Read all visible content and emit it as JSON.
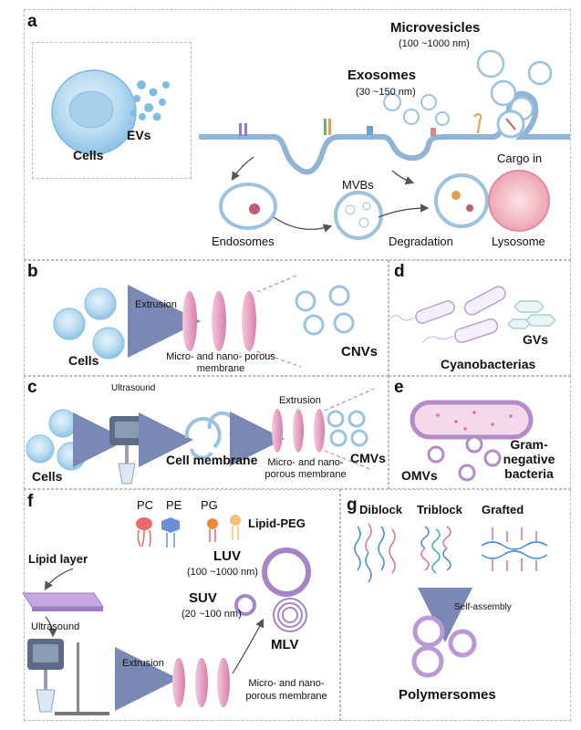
{
  "panels": {
    "a": {
      "label": "a",
      "microvesicles": "Microvesicles",
      "microvesicles_size": "(100 ~1000 nm)",
      "exosomes": "Exosomes",
      "exosomes_size": "(30 ~150 nm)",
      "evs": "EVs",
      "cells": "Cells",
      "cargo_in": "Cargo in",
      "mvbs": "MVBs",
      "endosomes": "Endosomes",
      "degradation": "Degradation",
      "lysosome": "Lysosome"
    },
    "b": {
      "label": "b",
      "extrusion": "Extrusion",
      "cells": "Cells",
      "membrane_line1": "Micro- and nano- porous",
      "membrane_line2": "membrane",
      "cnvs": "CNVs"
    },
    "c": {
      "label": "c",
      "ultrasound": "Ultrasound",
      "extrusion": "Extrusion",
      "cells": "Cells",
      "cell_membrane": "Cell membrane",
      "membrane_line1": "Micro- and nano-",
      "membrane_line2": "porous membrane",
      "cmvs": "CMVs"
    },
    "d": {
      "label": "d",
      "gvs": "GVs",
      "cyanobacterias": "Cyanobacterias"
    },
    "e": {
      "label": "e",
      "gram_line1": "Gram-",
      "gram_line2": "negative",
      "gram_line3": "bacteria",
      "omvs": "OMVs"
    },
    "f": {
      "label": "f",
      "pc": "PC",
      "pe": "PE",
      "pg": "PG",
      "lipid_peg": "Lipid-PEG",
      "lipid_layer": "Lipid layer",
      "luv": "LUV",
      "luv_size": "(100 ~1000 nm)",
      "suv": "SUV",
      "suv_size": "(20 ~100 nm)",
      "mlv": "MLV",
      "ultrasound": "Ultrasound",
      "extrusion": "Extrusion",
      "membrane_line1": "Micro- and nano-",
      "membrane_line2": "porous membrane"
    },
    "g": {
      "label": "g",
      "diblock": "Diblock",
      "triblock": "Triblock",
      "grafted": "Grafted",
      "self_assembly": "Self-assembly",
      "polymersomes": "Polymersomes"
    }
  },
  "colors": {
    "cell": "#a9d2ec",
    "cell_core": "#c9e3f5",
    "membrane_pink": "#e39bbd",
    "membrane_blue": "#9dc4e6",
    "arrow": "#7b87b5",
    "lysosome": "#f2b7c1",
    "polymersome": "#b99ad6",
    "pegs": "#c7a7e0"
  }
}
